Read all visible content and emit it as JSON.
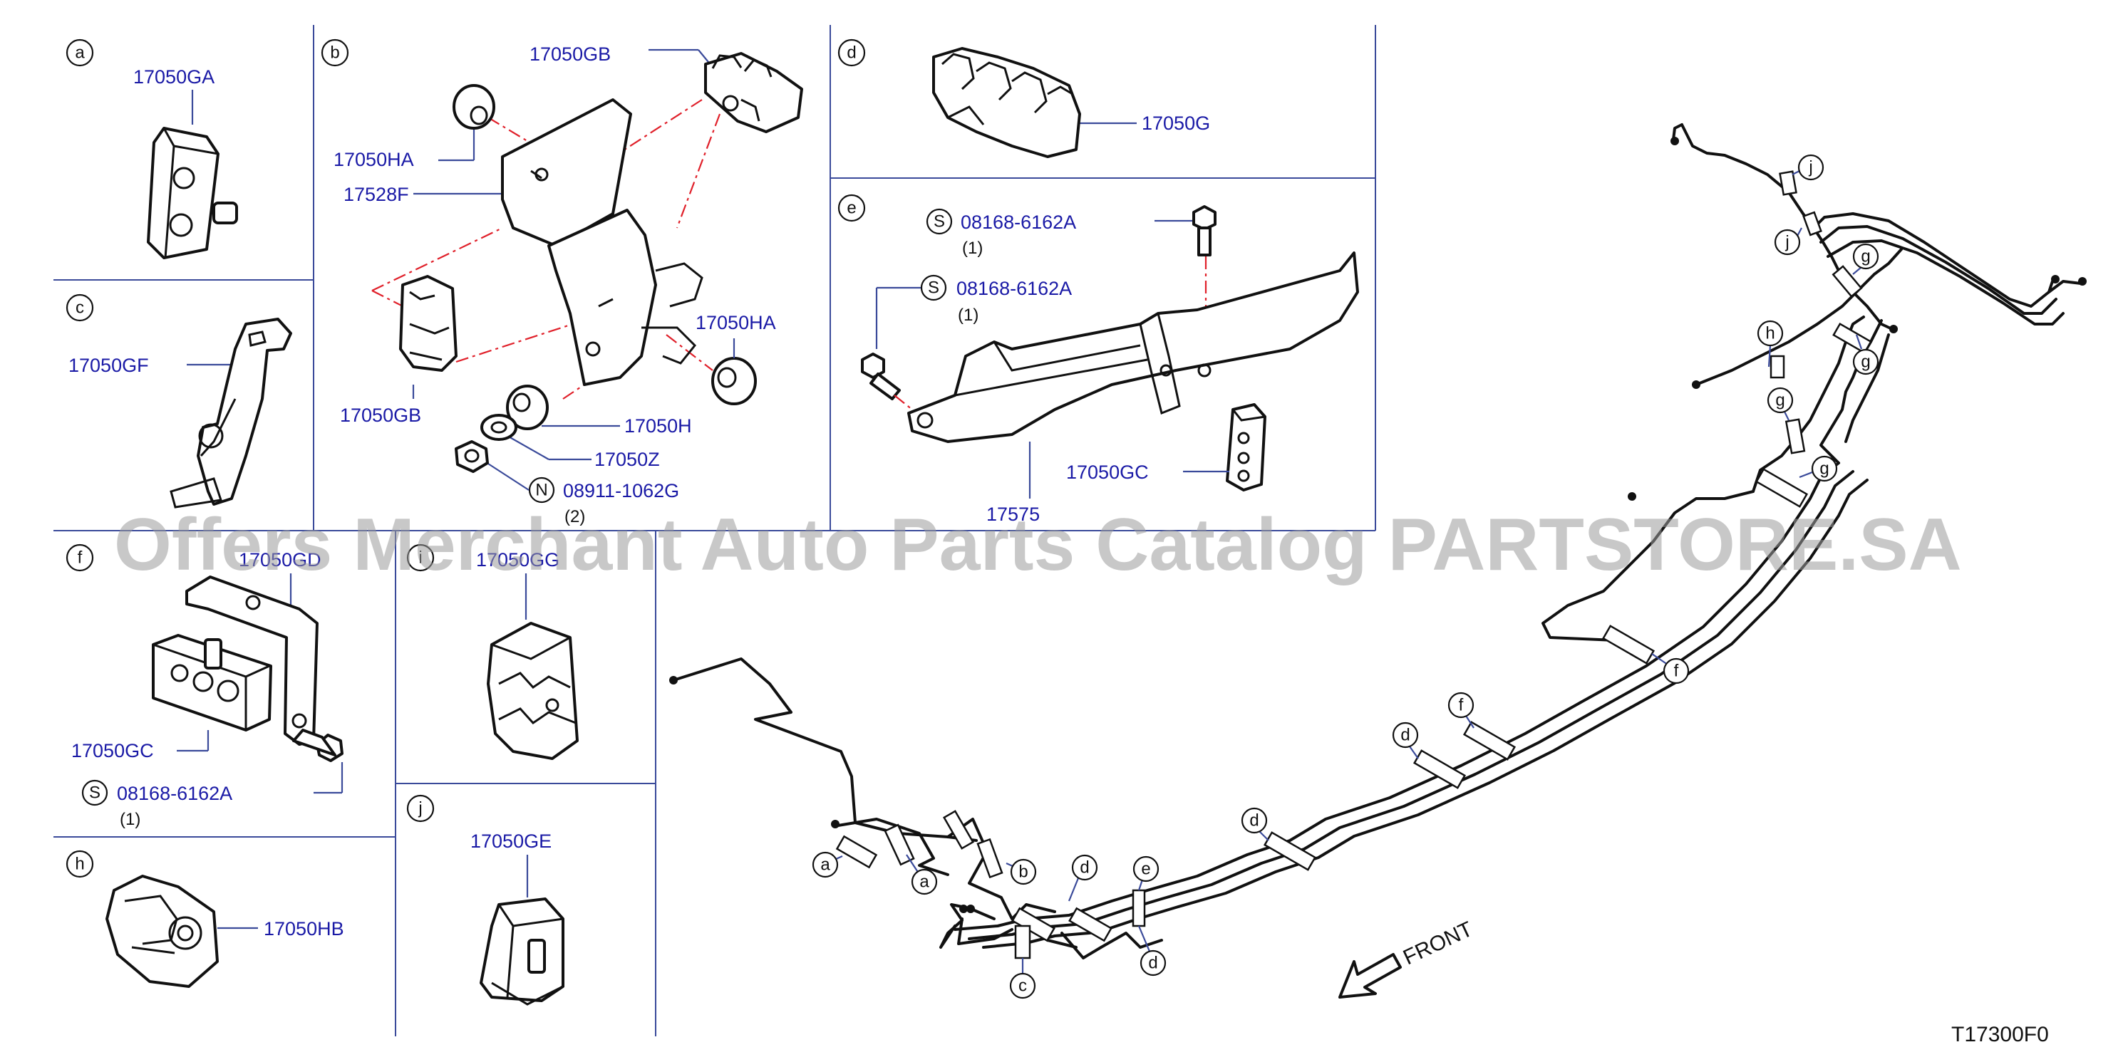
{
  "labels": {
    "a_title": "a",
    "b_title": "b",
    "c_title": "c",
    "d_title": "d",
    "e_title": "e",
    "f_title": "f",
    "g_title": "g",
    "h_title": "h",
    "i_title": "i",
    "j_title": "j",
    "s": "S",
    "n": "N"
  },
  "parts": {
    "p17050GA": "17050GA",
    "p17050GB": "17050GB",
    "p17050HA": "17050HA",
    "p17528F": "17528F",
    "p17050H": "17050H",
    "p17050Z": "17050Z",
    "p08911": "08911-1062G",
    "q2": "(2)",
    "p17050G": "17050G",
    "p08168": "08168-6162A",
    "q1": "(1)",
    "p17050GC": "17050GC",
    "p17575": "17575",
    "p17050GF": "17050GF",
    "p17050GD": "17050GD",
    "p17050GG": "17050GG",
    "p17050HB": "17050HB",
    "p17050GE": "17050GE"
  },
  "front": "FRONT",
  "diagram_code": "T17300F0",
  "watermark": "Offers Merchant Auto Parts Catalog PARTSTORE.SA",
  "colors": {
    "part_number": "#1a1aa6",
    "grid": "#3a4a9a",
    "dashed": "#e0202a",
    "watermark": "#9a9a9a"
  }
}
